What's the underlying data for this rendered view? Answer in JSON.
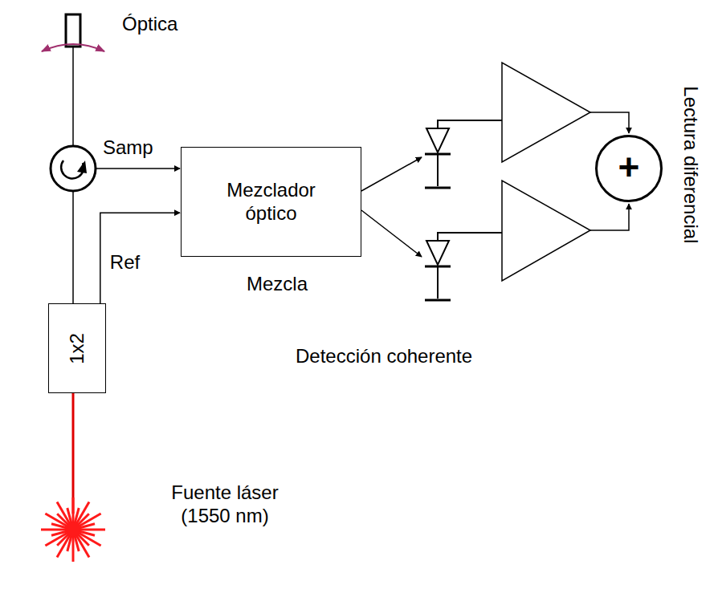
{
  "diagram": {
    "nodes": [
      {
        "text": [
          "Mezclador óptico"
        ]
      },
      {
        "text": [
          "1x2"
        ]
      },
      {
        "text": [
          "+"
        ]
      }
    ],
    "edges": [
      {
        "from": 1,
        "to": 0,
        "label": "Ref",
        "arrow": "to"
      }
    ],
    "labels": [
      "Óptica",
      "Samp",
      "Mezcla",
      "Detección coherente",
      "Lectura diferencial",
      "Fuente láser (1550 nm)"
    ]
  }
}
